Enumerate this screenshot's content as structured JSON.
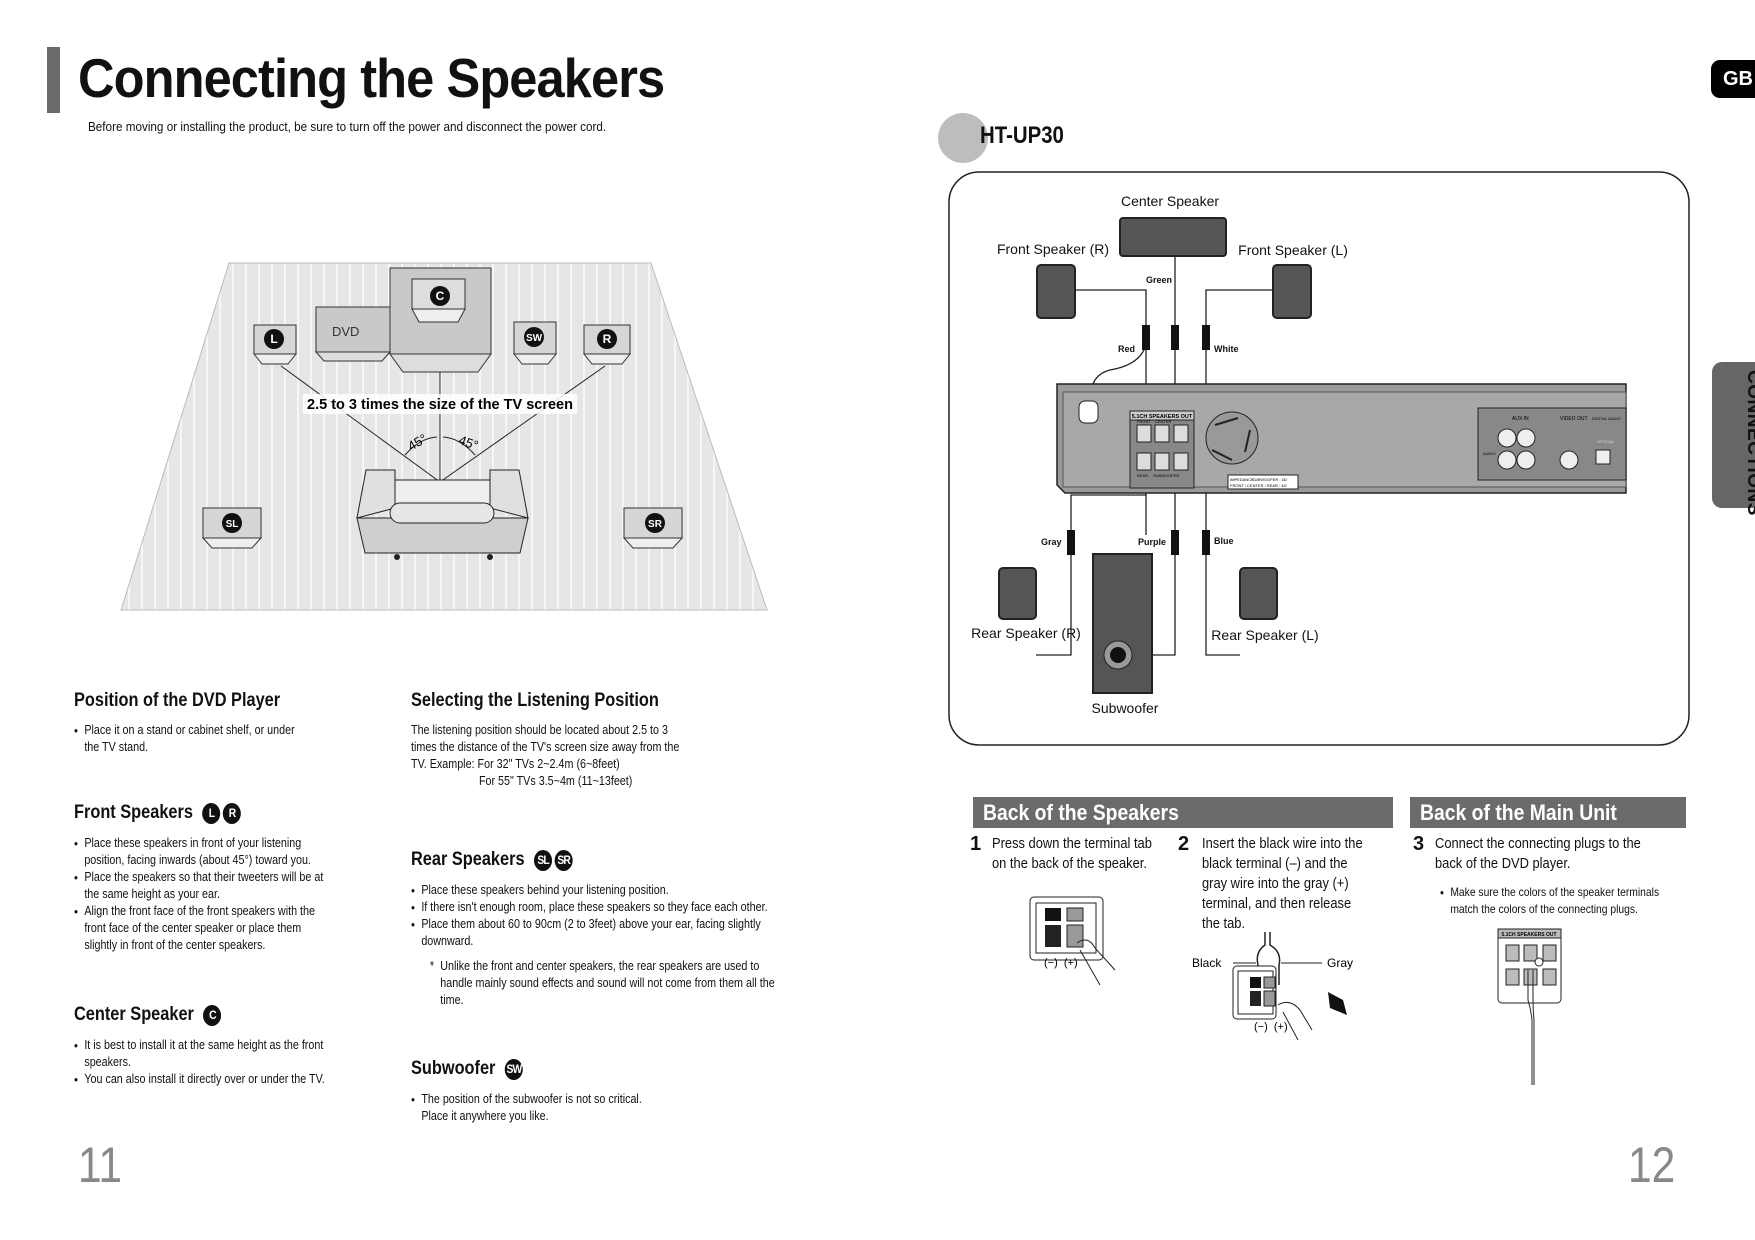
{
  "header": {
    "title": "Connecting the Speakers",
    "subtitle": "Before moving or installing the product, be sure to turn off the power and disconnect the power cord."
  },
  "tabs": {
    "language": "GB",
    "section": "CONNECTIONS"
  },
  "room_diagram": {
    "dvd_label": "DVD",
    "distance_label": "2.5 to 3 times the size of the TV screen",
    "angle_left": "45°",
    "angle_right": "45°",
    "badges": {
      "center": "C",
      "left": "L",
      "right": "R",
      "subwoofer": "SW",
      "surround_left": "SL",
      "surround_right": "SR"
    }
  },
  "left_page": {
    "dvd_position": {
      "heading": "Position of the DVD Player",
      "bullets": [
        "Place it on a stand or cabinet shelf, or under the TV stand."
      ]
    },
    "front_speakers": {
      "heading": "Front Speakers",
      "badges": [
        "L",
        "R"
      ],
      "bullets": [
        "Place these speakers in front of your listening position, facing inwards (about 45°) toward you.",
        "Place the speakers so that their tweeters will be at the same height as your ear.",
        "Align the front face of the front speakers with the front face of the center speaker or place them slightly in front of the center speakers."
      ]
    },
    "center_speaker": {
      "heading": "Center Speaker",
      "badges": [
        "C"
      ],
      "bullets": [
        "It is best to install it at the same height as the front speakers.",
        "You can also install it directly over or under the TV."
      ]
    },
    "listening_position": {
      "heading": "Selecting the Listening Position",
      "lines": [
        "The listening position should be located about 2.5 to 3",
        "times the distance of the TV's screen size away from the",
        "TV. Example: For 32\" TVs 2~2.4m (6~8feet)",
        "For 55\" TVs 3.5~4m (11~13feet)"
      ]
    },
    "rear_speakers": {
      "heading": "Rear Speakers",
      "badges": [
        "SL",
        "SR"
      ],
      "bullets": [
        "Place these speakers behind your listening position.",
        "If there isn't enough room, place these speakers so they face each other.",
        "Place them about 60 to 90cm (2 to 3feet) above your ear, facing slightly downward."
      ],
      "note_mark": "*",
      "note": "Unlike the front and center speakers, the rear speakers are used to handle mainly sound effects and sound will not come from them all the time."
    },
    "subwoofer": {
      "heading": "Subwoofer",
      "badges": [
        "SW"
      ],
      "bullets": [
        "The position of the subwoofer is not so critical. Place it anywhere you like."
      ]
    },
    "page_number": "11"
  },
  "right_page": {
    "model": "HT-UP30",
    "diagram": {
      "center_speaker": "Center Speaker",
      "front_right": "Front Speaker (R)",
      "front_left": "Front Speaker (L)",
      "rear_right": "Rear Speaker (R)",
      "rear_left": "Rear Speaker (L)",
      "subwoofer": "Subwoofer",
      "wires": {
        "green": "Green",
        "red": "Red",
        "white": "White",
        "gray": "Gray",
        "purple": "Purple",
        "blue": "Blue"
      },
      "panel": {
        "speakers_out": "5.1CH SPEAKERS OUT",
        "front": "FRONT",
        "center": "CENTER",
        "rear": "REAR",
        "subwoofer": "SUBWOOFER",
        "aux_in": "AUX IN",
        "video_out": "VIDEO OUT",
        "digital_audio": "DIGITAL AUDIO",
        "optical": "OPTICAL",
        "audio": "AUDIO",
        "impedance": "IMPEDANCE",
        "impedance_sw": "SUBWOOFER : 3Ω",
        "impedance_other": "FRONT / CENTER / REAR : 4Ω"
      }
    },
    "back_speakers": {
      "heading": "Back of the Speakers",
      "step1": {
        "num": "1",
        "text": "Press down the terminal tab on the back of the speaker.",
        "terminals": "(−)  (+)"
      },
      "step2": {
        "num": "2",
        "text": "Insert the black wire into the black terminal (–) and the gray wire into the gray (+) terminal, and then release the tab.",
        "black": "Black",
        "gray": "Gray",
        "terminals": "(−)  (+)"
      }
    },
    "back_unit": {
      "heading": "Back of the Main Unit",
      "step3": {
        "num": "3",
        "text": "Connect the connecting plugs to the back of the DVD player.",
        "bullet": "Make sure the colors of the speaker terminals match the colors of the connecting plugs.",
        "panel_label": "5.1CH SPEAKERS OUT"
      }
    },
    "page_number": "12"
  }
}
